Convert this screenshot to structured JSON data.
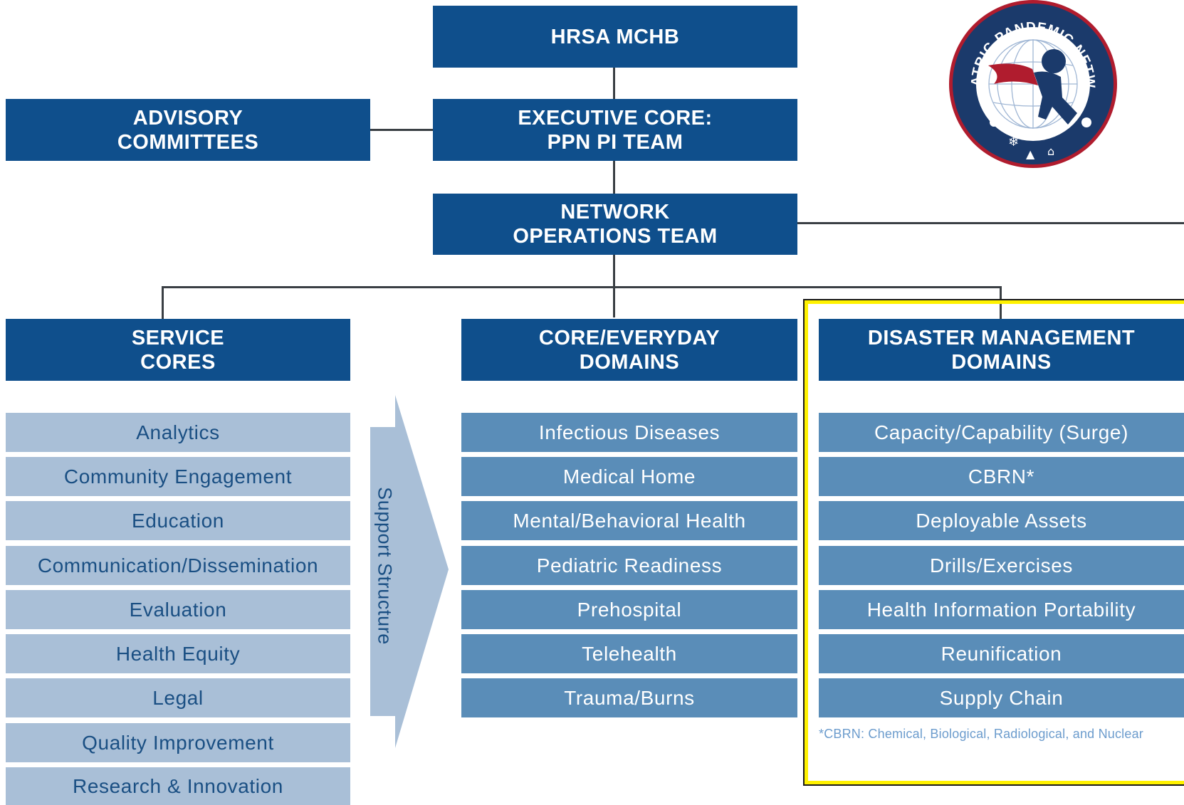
{
  "top": {
    "hrsa": "HRSA MCHB",
    "advisory": [
      "ADVISORY",
      "COMMITTEES"
    ],
    "executive": [
      "EXECUTIVE CORE:",
      "PPN PI TEAM"
    ],
    "network": [
      "NETWORK",
      "OPERATIONS TEAM"
    ]
  },
  "columns": {
    "service": {
      "title": [
        "SERVICE",
        "CORES"
      ],
      "items": [
        "Analytics",
        "Community Engagement",
        "Education",
        "Communication/Dissemination",
        "Evaluation",
        "Health Equity",
        "Legal",
        "Quality Improvement",
        "Research & Innovation"
      ]
    },
    "core": {
      "title": [
        "CORE/EVERYDAY",
        "DOMAINS"
      ],
      "items": [
        "Infectious Diseases",
        "Medical Home",
        "Mental/Behavioral Health",
        "Pediatric Readiness",
        "Prehospital",
        "Telehealth",
        "Trauma/Burns"
      ]
    },
    "disaster": {
      "title": [
        "DISASTER MANAGEMENT",
        "DOMAINS"
      ],
      "items": [
        "Capacity/Capability (Surge)",
        "CBRN*",
        "Deployable Assets",
        "Drills/Exercises",
        "Health Information Portability",
        "Reunification",
        "Supply Chain"
      ],
      "footnote": "*CBRN: Chemical, Biological, Radiological, and Nuclear"
    }
  },
  "support_arrow": {
    "label": "Support Structure"
  },
  "logo": {
    "text": "PEDIATRIC PANDEMIC NETWORK"
  },
  "colors": {
    "dark_box": "#0f4f8c",
    "light_item": "#a9bfd7",
    "mid_item": "#5a8db8",
    "highlight": "#fff200",
    "logo_ring": "#1b3a6b",
    "logo_cape": "#b01c2e"
  }
}
